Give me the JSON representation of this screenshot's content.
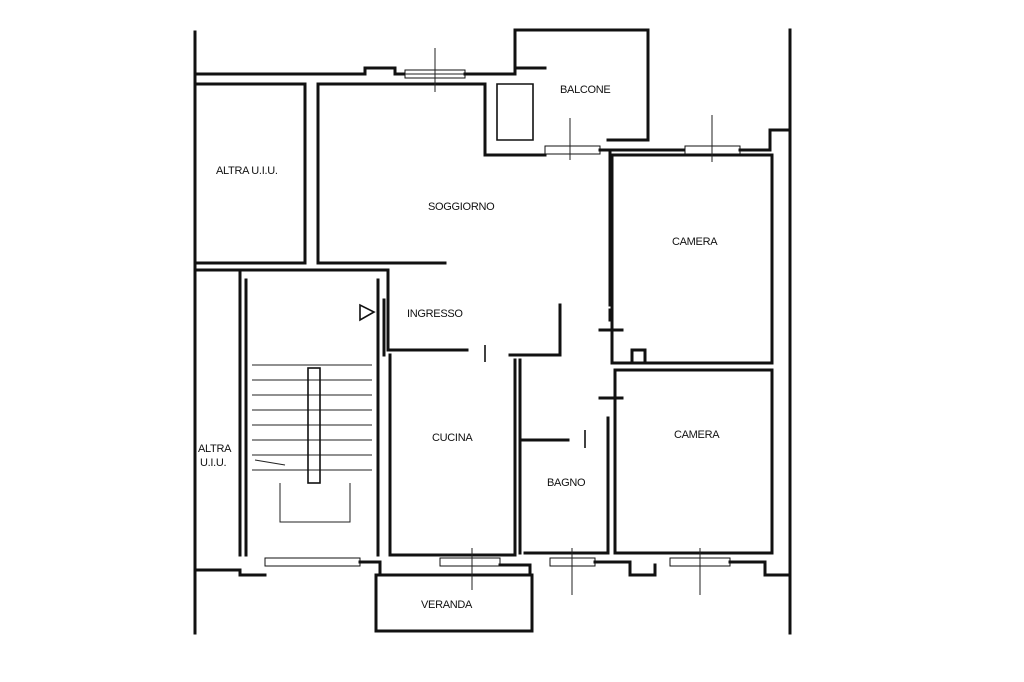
{
  "rooms": {
    "balcone": "BALCONE",
    "altra_top": "ALTRA U.I.U.",
    "soggiorno": "SOGGIORNO",
    "camera_1": "CAMERA",
    "ingresso": "INGRESSO",
    "cucina": "CUCINA",
    "camera_2": "CAMERA",
    "bagno": "BAGNO",
    "altra_left_line1": "ALTRA",
    "altra_left_line2": "U.I.U.",
    "veranda": "VERANDA"
  }
}
